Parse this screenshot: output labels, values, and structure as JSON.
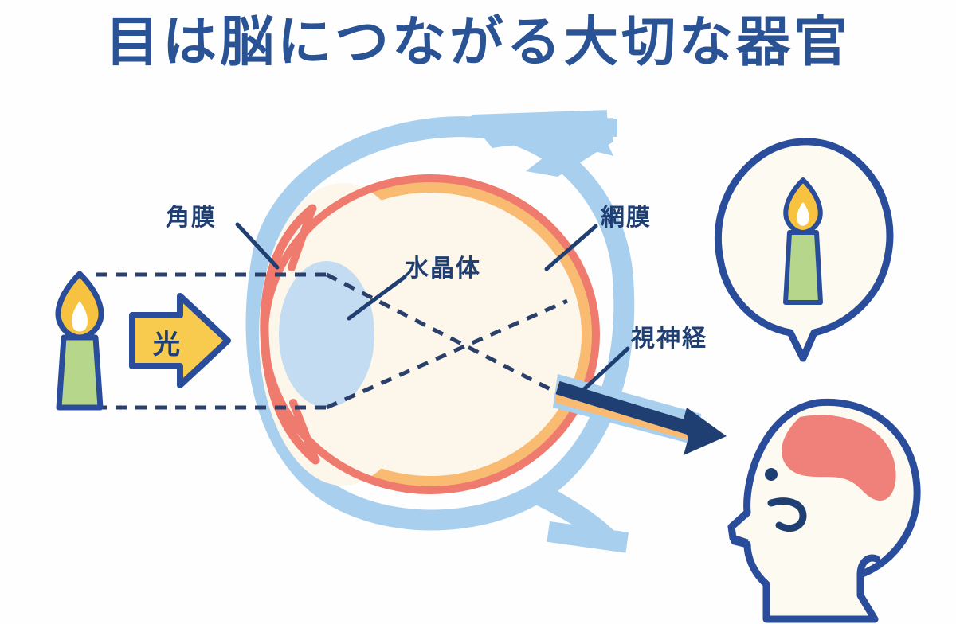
{
  "page": {
    "title": "目は脳につながる大切な器官",
    "background_color": "#fefefe",
    "title_color": "#2a5396"
  },
  "labels": {
    "cornea": "角膜",
    "lens": "水晶体",
    "retina": "網膜",
    "optic_nerve": "視神経",
    "light": "光"
  },
  "icons": {
    "candle_source": "candle-icon",
    "light_arrow": "light-arrow-icon",
    "perceived_candle": "candle-icon",
    "head_brain": "head-brain-icon",
    "signal_arrow": "arrow-right-icon"
  },
  "colors": {
    "ink_navy": "#1f3f72",
    "title_blue": "#2a5396",
    "sclera_blue": "#a9cfee",
    "cornea_red": "#ef7a6e",
    "retina_orange": "#f9bb72",
    "vitreous_cream": "#fdf6ea",
    "lens_blue": "#c3dcf2",
    "candle_body_green": "#b5d68b",
    "flame_yellow": "#f7c23f",
    "arrow_yellow": "#f8cb4e",
    "brain_coral": "#f0807a",
    "face_cream": "#fdfaf2",
    "bubble_fill": "#fdfaf2"
  },
  "diagram": {
    "type": "anatomical-cross-section",
    "subject": "human eye optical pathway",
    "parts": [
      {
        "name": "角膜",
        "english": "cornea",
        "color": "#ef7a6e"
      },
      {
        "name": "水晶体",
        "english": "lens",
        "color": "#c3dcf2"
      },
      {
        "name": "網膜",
        "english": "retina",
        "color": "#f9bb72"
      },
      {
        "name": "視神経",
        "english": "optic nerve",
        "color": "#1f3f72"
      }
    ],
    "flow": [
      "candle (object)",
      "光 (light) enters eye",
      "refracted by cornea and lens",
      "image inverted on retina",
      "signal travels along optic nerve",
      "brain reconstructs upright image"
    ]
  }
}
